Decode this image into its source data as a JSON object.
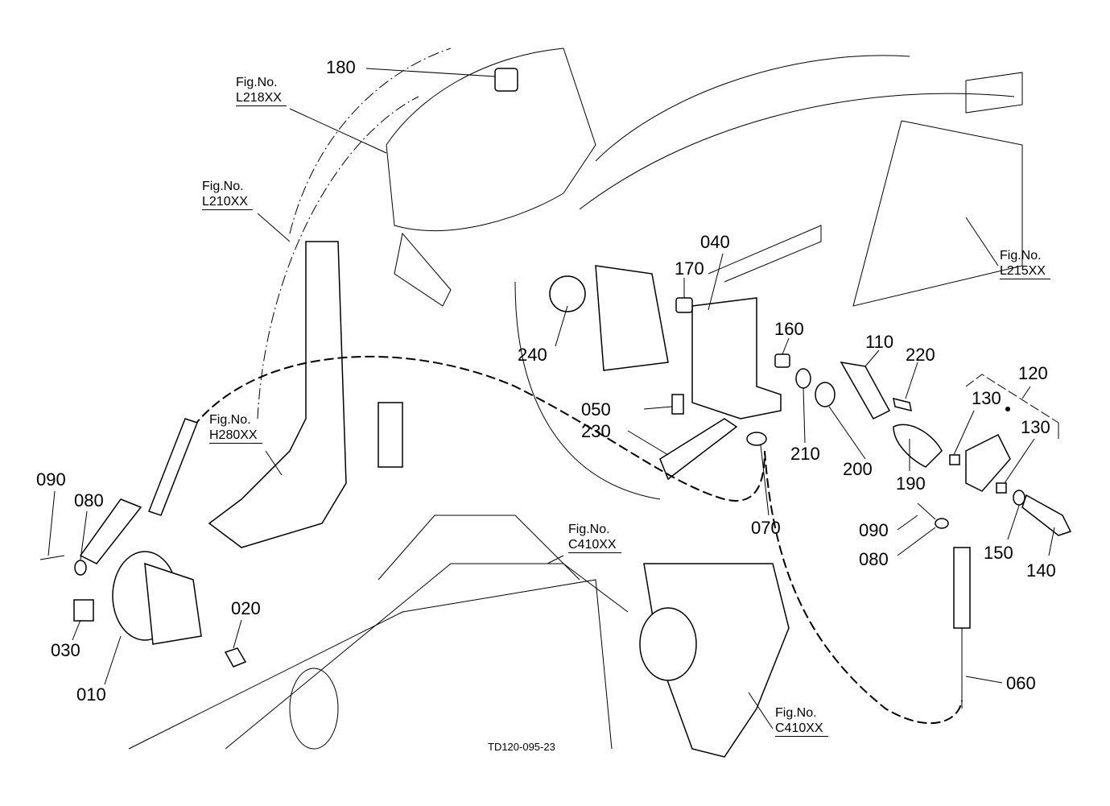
{
  "diagram": {
    "document_id": "TD120-095-23",
    "figure_references": [
      {
        "label": "Fig.No.",
        "code": "L218XX"
      },
      {
        "label": "Fig.No.",
        "code": "L210XX"
      },
      {
        "label": "Fig.No.",
        "code": "L215XX"
      },
      {
        "label": "Fig.No.",
        "code": "H280XX"
      },
      {
        "label": "Fig.No.",
        "code": "C410XX"
      },
      {
        "label": "Fig.No.",
        "code": "C410XX"
      }
    ],
    "part_labels": [
      "180",
      "040",
      "170",
      "240",
      "160",
      "110",
      "220",
      "120",
      "130",
      "130",
      "050",
      "230",
      "210",
      "200",
      "190",
      "070",
      "090",
      "080",
      "150",
      "140",
      "060",
      "090",
      "080",
      "030",
      "010",
      "020"
    ]
  }
}
